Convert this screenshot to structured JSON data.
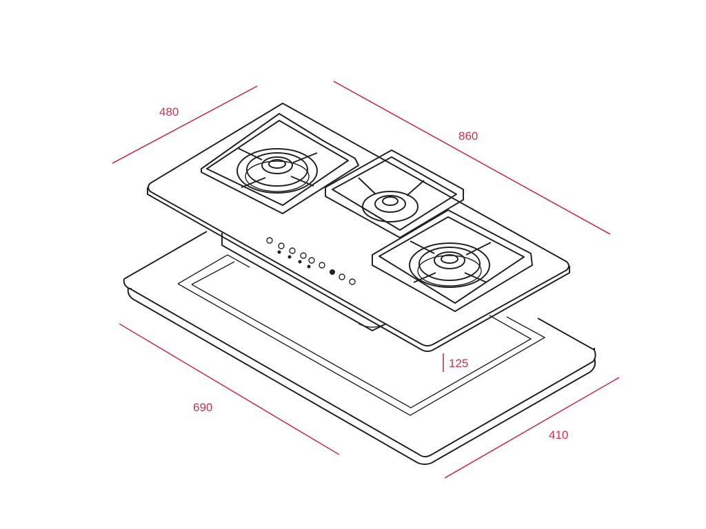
{
  "title": "Gas hob dimensions",
  "colors": {
    "dimension": "#c8334f",
    "outline": "#222222"
  },
  "dimensions": {
    "depth_top": "480",
    "width_top": "860",
    "cutout_width": "690",
    "cutout_depth": "410",
    "height": "125"
  }
}
